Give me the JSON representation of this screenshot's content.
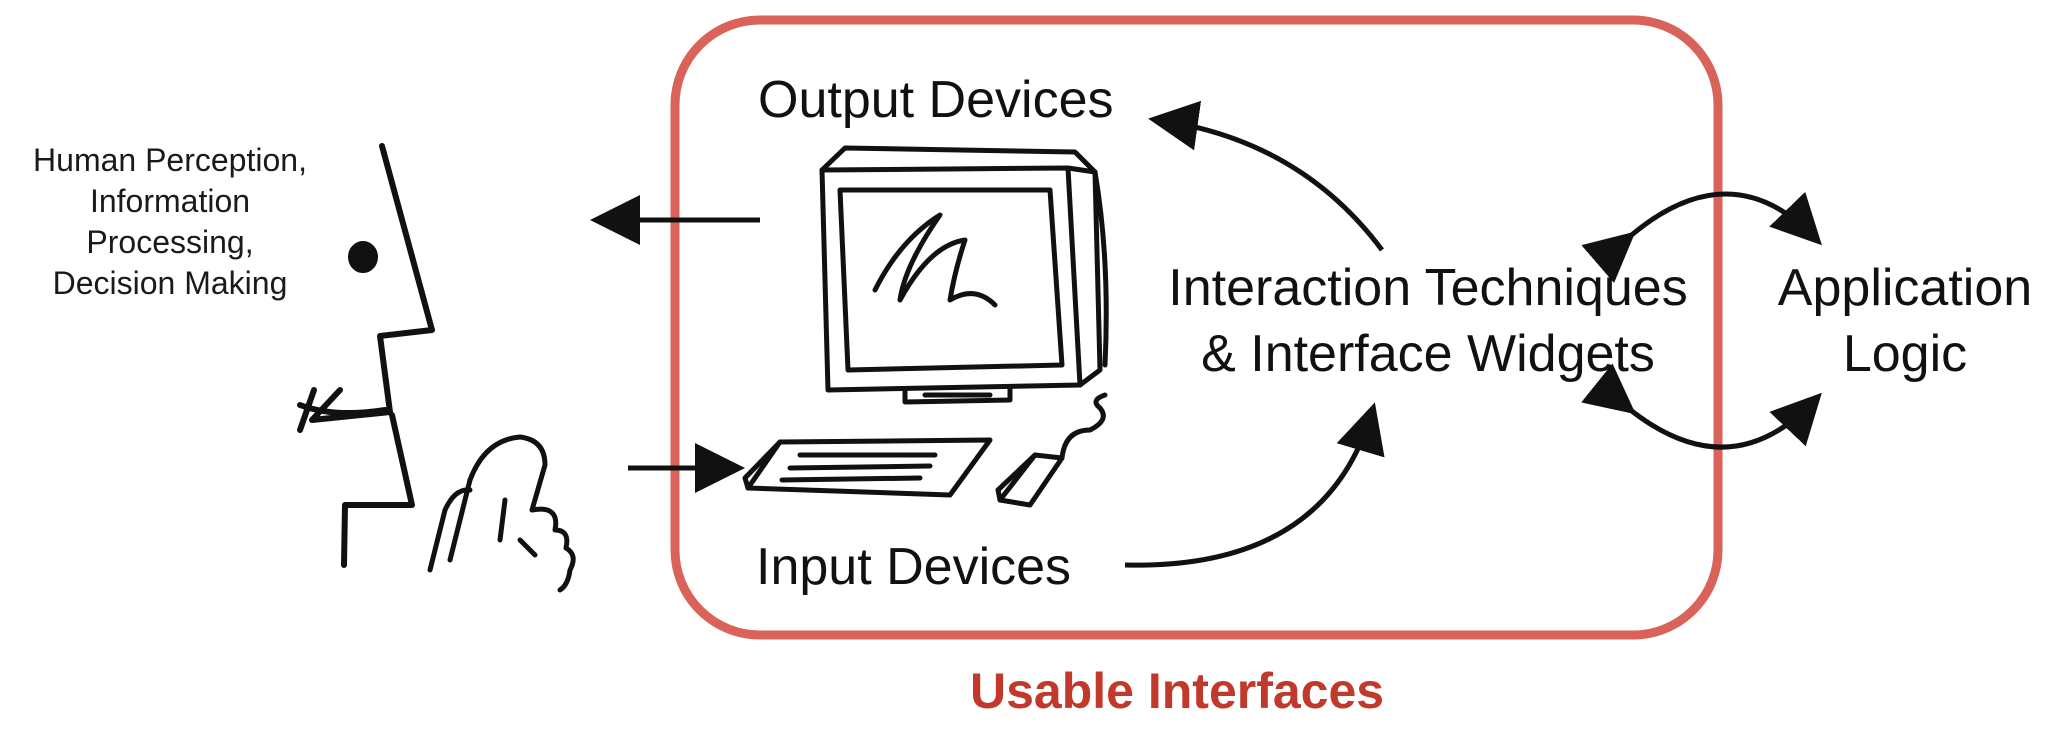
{
  "labels": {
    "human_line1": "Human Perception,",
    "human_line2": "Information",
    "human_line3": "Processing,",
    "human_line4": "Decision Making",
    "output_devices": "Output Devices",
    "input_devices": "Input Devices",
    "techniques_line1": "Interaction Techniques",
    "techniques_line2": "& Interface Widgets",
    "application_line1": "Application",
    "application_line2": "Logic",
    "usable_interfaces": "Usable Interfaces"
  },
  "colors": {
    "box_border": "#d9625a",
    "caption": "#c0392b",
    "ink": "#111111"
  },
  "icons": [
    "human-face-sketch",
    "pointing-hand-sketch",
    "computer-monitor-sketch",
    "keyboard-sketch",
    "mouse-sketch"
  ]
}
